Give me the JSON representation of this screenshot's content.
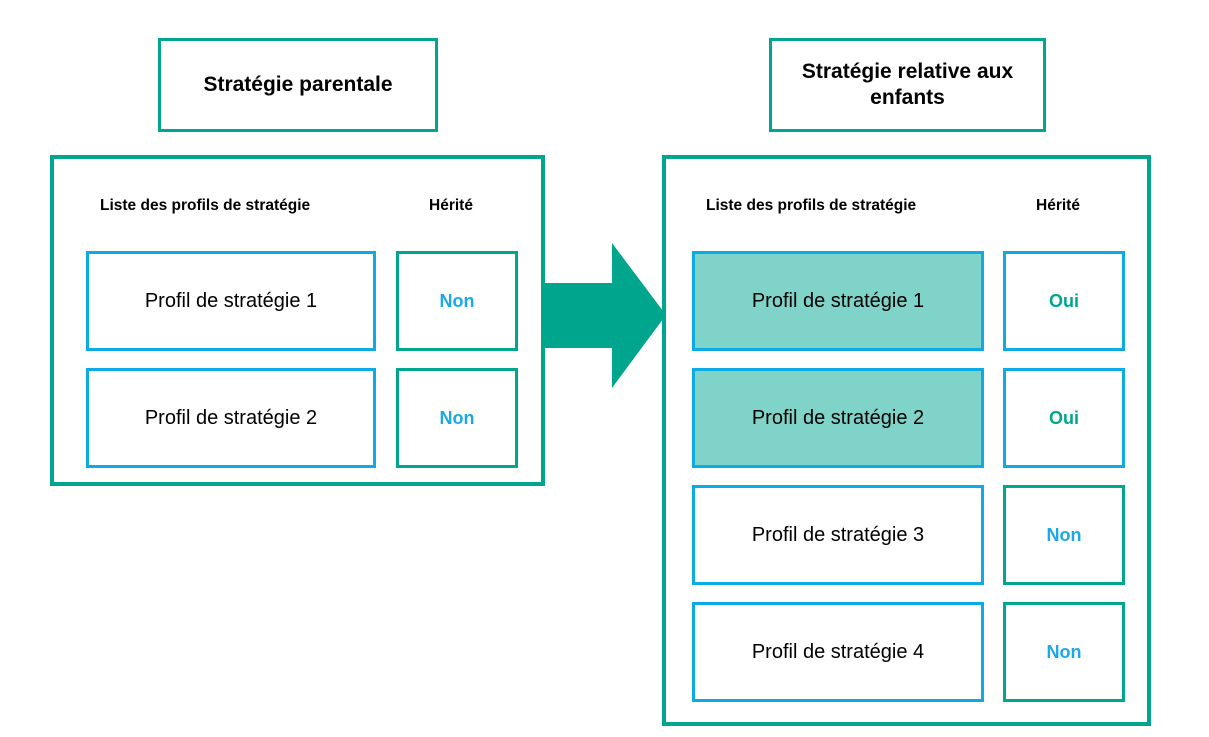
{
  "diagram": {
    "title_parent": "Stratégie parentale",
    "title_child": "Stratégie relative aux enfants",
    "arrow_label": "inheritance-arrow",
    "colors": {
      "teal_green": "#00a58e",
      "blue": "#0eaae4",
      "blue_text": "#1ca8e8",
      "highlight_fill": "#80d3c8",
      "text": "#000000",
      "background": "#ffffff"
    }
  },
  "parent_panel": {
    "headers": {
      "profiles": "Liste des profils de stratégie",
      "inherited": "Hérité"
    },
    "rows": [
      {
        "profile": "Profil de stratégie 1",
        "inherited": "Non",
        "inherited_state": "no",
        "highlighted": false
      },
      {
        "profile": "Profil de stratégie 2",
        "inherited": "Non",
        "inherited_state": "no",
        "highlighted": false
      }
    ]
  },
  "child_panel": {
    "headers": {
      "profiles": "Liste des profils de stratégie",
      "inherited": "Hérité"
    },
    "rows": [
      {
        "profile": "Profil de stratégie 1",
        "inherited": "Oui",
        "inherited_state": "yes",
        "highlighted": true
      },
      {
        "profile": "Profil de stratégie 2",
        "inherited": "Oui",
        "inherited_state": "yes",
        "highlighted": true
      },
      {
        "profile": "Profil de stratégie 3",
        "inherited": "Non",
        "inherited_state": "no",
        "highlighted": false
      },
      {
        "profile": "Profil de stratégie 4",
        "inherited": "Non",
        "inherited_state": "no",
        "highlighted": false
      }
    ]
  }
}
